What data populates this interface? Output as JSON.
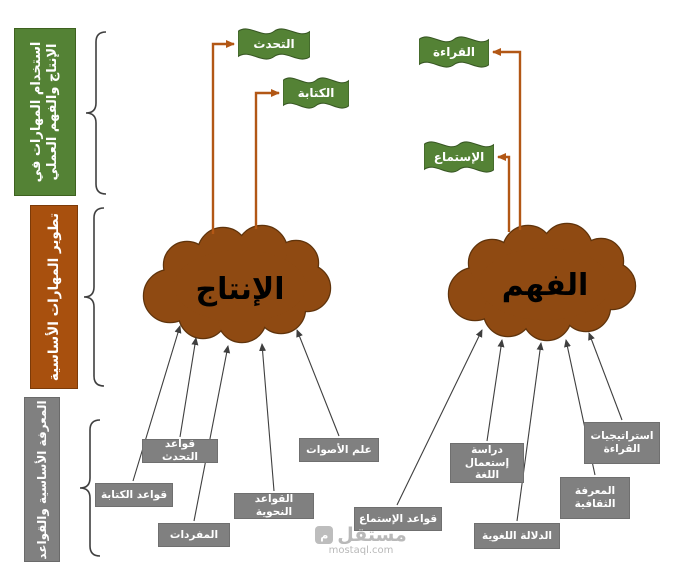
{
  "stages": {
    "usage": {
      "label": "استخدام المهارات في الإنتاج والفهم العملي"
    },
    "development": {
      "label": "تطوير المهارات الأساسية"
    },
    "foundation": {
      "label": "المعرفة الأساسية والقواعد"
    }
  },
  "clouds": {
    "production": {
      "label": "الإنتاج"
    },
    "comprehension": {
      "label": "الفهم"
    }
  },
  "skills": {
    "speaking": "التحدث",
    "writing": "الكتابة",
    "reading": "القراءة",
    "listening": "الإستماع"
  },
  "foundations": {
    "production": [
      "قواعد التحدث",
      "قواعد الكتابة",
      "المفردات",
      "القواعد النحوية",
      "علم الأصوات"
    ],
    "comprehension": [
      "قواعد الإستماع",
      "دراسة إستعمال اللغة",
      "الدلالة اللغوية",
      "المعرفة الثقافية",
      "استراتيجيات القراءة"
    ]
  },
  "watermark": {
    "name": "مستقل",
    "domain": "mostaql.com",
    "logo": "م"
  },
  "colors": {
    "stage_green": "#548235",
    "stage_brown": "#a8500e",
    "stage_gray": "#808080",
    "cloud_brown": "#8f4a12",
    "cloud_outline": "#5f330b",
    "flag_green": "#548235",
    "connector_orange": "#b25715",
    "arrow_dark": "#3f3f3f",
    "box_gray": "#808080"
  }
}
